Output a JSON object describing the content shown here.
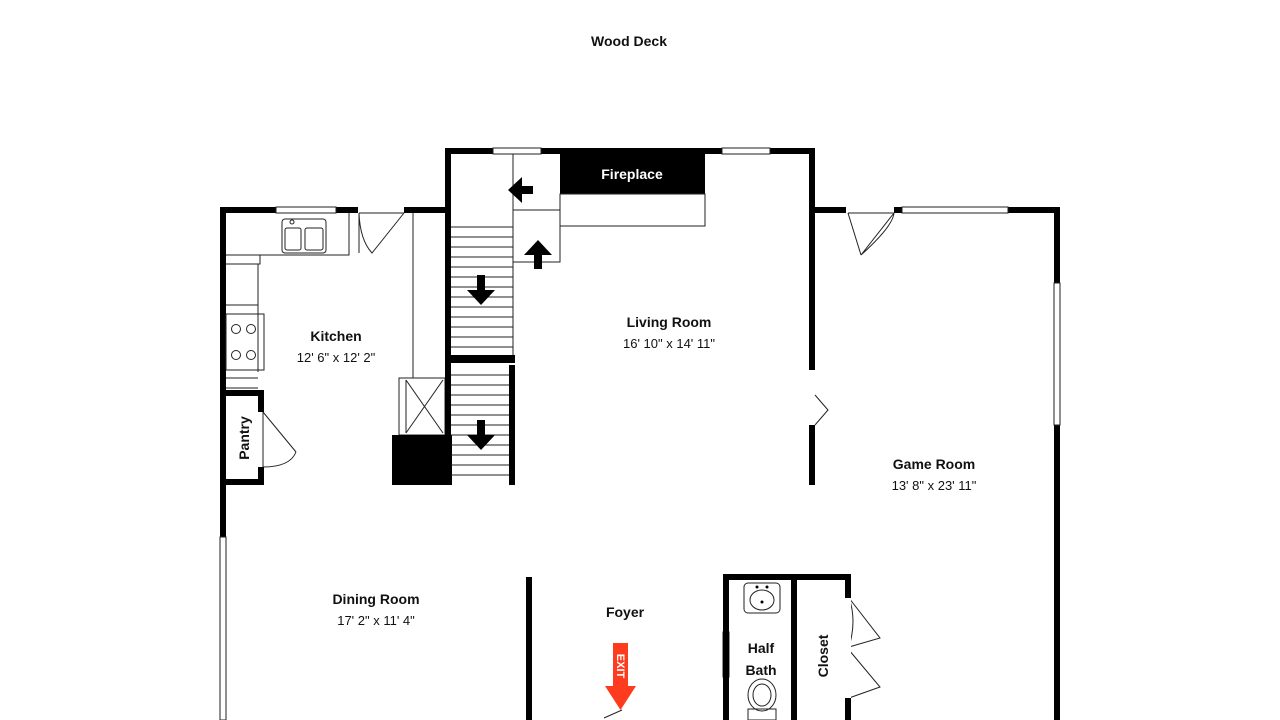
{
  "outside": {
    "deck_label": "Wood Deck"
  },
  "features": {
    "fireplace_label": "Fireplace",
    "exit_label": "EXIT"
  },
  "rooms": {
    "kitchen": {
      "name": "Kitchen",
      "dims": "12' 6\" x 12' 2\""
    },
    "living": {
      "name": "Living Room",
      "dims": "16' 10\" x 14' 11\""
    },
    "game": {
      "name": "Game Room",
      "dims": "13' 8\" x 23' 11\""
    },
    "dining": {
      "name": "Dining Room",
      "dims": "17' 2\" x 11' 4\""
    },
    "foyer": {
      "name": "Foyer"
    },
    "pantry": {
      "name": "Pantry"
    },
    "half_bath": {
      "name_line1": "Half",
      "name_line2": "Bath"
    },
    "closet": {
      "name": "Closet"
    }
  },
  "colors": {
    "wall": "#000000",
    "exit_arrow": "#ff3b1f",
    "background": "#ffffff"
  }
}
